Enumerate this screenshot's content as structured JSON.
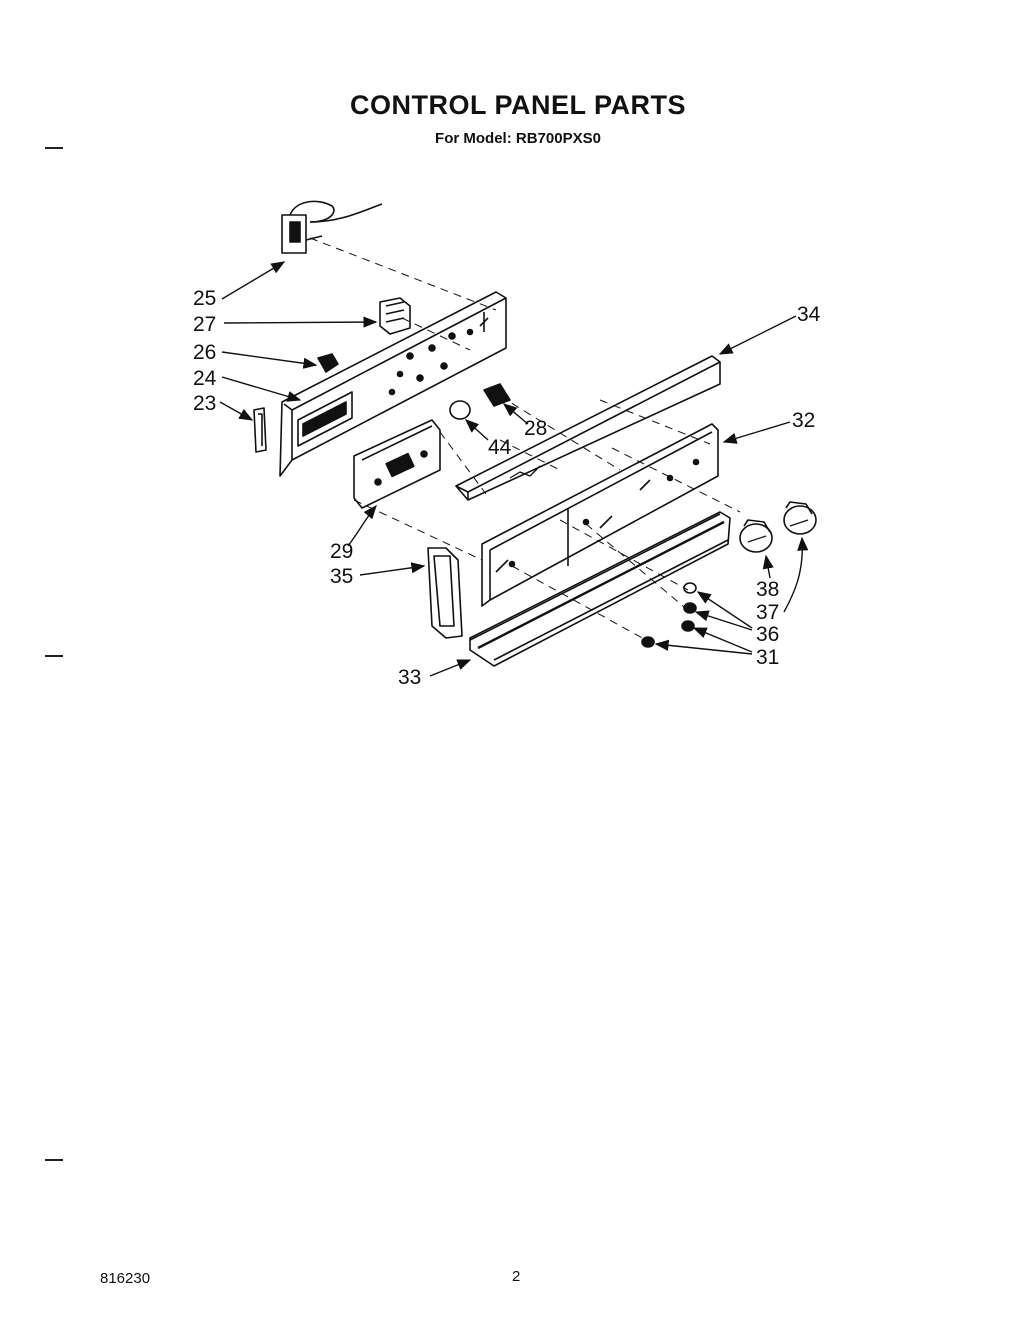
{
  "header": {
    "title": "CONTROL PANEL PARTS",
    "model_prefix": "For Model:",
    "model": "RB700PXS0"
  },
  "callouts": [
    {
      "id": "c25",
      "label": "25"
    },
    {
      "id": "c27",
      "label": "27"
    },
    {
      "id": "c26",
      "label": "26"
    },
    {
      "id": "c24",
      "label": "24"
    },
    {
      "id": "c23",
      "label": "23"
    },
    {
      "id": "c28",
      "label": "28"
    },
    {
      "id": "c44",
      "label": "44"
    },
    {
      "id": "c29",
      "label": "29"
    },
    {
      "id": "c35",
      "label": "35"
    },
    {
      "id": "c33",
      "label": "33"
    },
    {
      "id": "c34",
      "label": "34"
    },
    {
      "id": "c32",
      "label": "32"
    },
    {
      "id": "c38",
      "label": "38"
    },
    {
      "id": "c37",
      "label": "37"
    },
    {
      "id": "c36",
      "label": "36"
    },
    {
      "id": "c31",
      "label": "31"
    }
  ],
  "footer": {
    "doc_number": "816230",
    "page_number": "2"
  }
}
